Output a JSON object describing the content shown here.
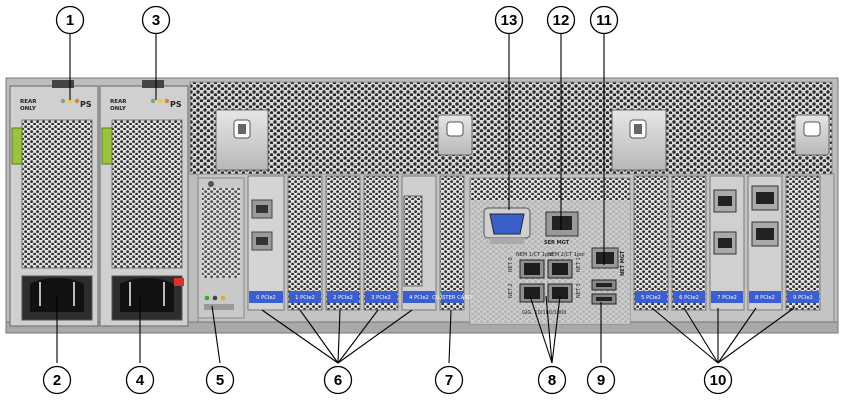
{
  "callouts": [
    {
      "num": "1"
    },
    {
      "num": "3"
    },
    {
      "num": "13"
    },
    {
      "num": "12"
    },
    {
      "num": "11"
    },
    {
      "num": "2"
    },
    {
      "num": "4"
    },
    {
      "num": "5"
    },
    {
      "num": "6"
    },
    {
      "num": "7"
    },
    {
      "num": "8"
    },
    {
      "num": "9"
    },
    {
      "num": "10"
    }
  ],
  "psu": {
    "rear_line1": "REAR",
    "rear_line2": "ONLY",
    "ps": "PS"
  },
  "slot_labels": [
    {
      "label": "0 PCIe2"
    },
    {
      "label": "1 PCIe2"
    },
    {
      "label": "2 PCIe2"
    },
    {
      "label": "3 PCIe2"
    },
    {
      "label": "4 PCIe2"
    },
    {
      "label": "CLUSTER CARD"
    },
    {
      "label": "5 PCIe2"
    },
    {
      "label": "6 PCIe2"
    },
    {
      "label": "7 PCIe2"
    },
    {
      "label": "8 PCIe2"
    },
    {
      "label": "9 PCIe2"
    }
  ],
  "ports": {
    "ser_mgt": "SER MGT",
    "net_mgt": "NET MGT",
    "nem_top": "NEM 1/CT 1pol",
    "nem_top2": "NEM 2/CT 1pol",
    "gige": "GIG. 10/100/1000",
    "net0": "NET 0",
    "net1": "NET 1",
    "net2": "NET 2",
    "net3": "NET 3"
  },
  "colors": {
    "slot_label_bg": "#3b5fd0",
    "chassis": "#c8c8c8",
    "callout_line": "#000000"
  }
}
